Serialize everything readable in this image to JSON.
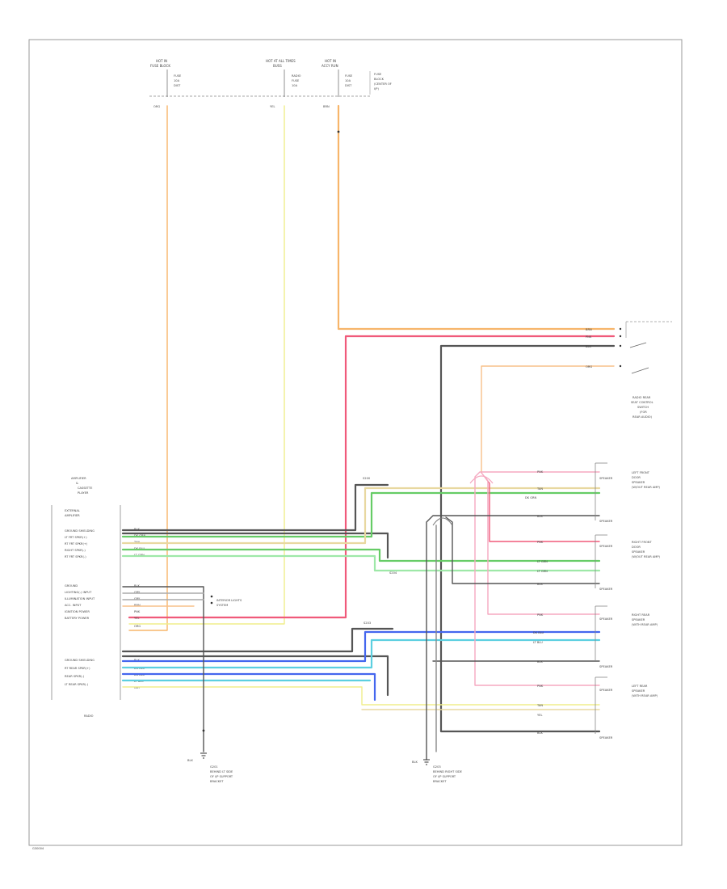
{
  "colors": {
    "orange": "#f7b56a",
    "yellow": "#f0ee8c",
    "pink": "#f05a7a",
    "gray": "#555555",
    "green": "#66cc66",
    "lightgreen": "#9ee8a8",
    "cyan": "#5ccfe0",
    "blue": "#4466ee",
    "tan": "#e8d8a0",
    "lightpink": "#f5a8c0"
  },
  "labels": {
    "fuse_left_title": "HOT IN",
    "fuse_left_sub": "FUSE BLOCK",
    "fuse_left_rows": [
      "FUSE",
      "10A",
      "DIST"
    ],
    "fuse_mid_title": "HOT AT ALL TIMES",
    "fuse_mid_sub": "BUSS",
    "fuse_mid_rows": [
      "RADIO",
      "FUSE",
      "10A"
    ],
    "fuse_right_title": "HOT IN",
    "fuse_right_sub": "ACCY RUN",
    "fuse_right_rows": [
      "FUSE",
      "10A",
      "DIST"
    ],
    "fuse_note": [
      "FUSE",
      "BLOCK",
      "(CENTER OF",
      "I/P)"
    ],
    "wire_top_left": "ORG",
    "wire_top_mid": "YEL",
    "wire_top_right": "BRN",
    "radio_title": [
      "AMPLIFIER",
      "&",
      "CASSETTE",
      "PLAYER"
    ],
    "radio_sub": [
      "EXTERNAL",
      "AMPLIFIER"
    ],
    "radio_pins_top": [
      "GROUND SHIELDING",
      "LT FRT SPKR(+)",
      "RT FRT SPKR(+)",
      "RIGHT SPKR(-)",
      "RT FRT SPKR(-)"
    ],
    "radio_pins_mid": [
      "GROUND",
      "LIGHTING(-) INPUT",
      "ILLUMINATION INPUT",
      "ACC. INPUT",
      "IGNITION POWER",
      "BATTERY POWER"
    ],
    "radio_pins_bot": [
      "GROUND SHIELDING",
      "RT REAR SPKR(+)",
      "REAR SPKR(-)",
      "LT REAR SPKR(-)"
    ],
    "radio_bottom": "RADIO",
    "radio_pin_wires_top": [
      "BLK",
      "DK GRN",
      "TAN",
      "DK BLU",
      "LT GRN"
    ],
    "radio_pin_wires_mid": [
      "BLK",
      "GRY",
      "GRY",
      "BRN",
      "PNK",
      "YEL",
      "ORG"
    ],
    "radio_pin_wires_bot": [
      "BLK",
      "DK BLU",
      "DK BLU",
      "LT BLU",
      "GRY"
    ],
    "illum_note": [
      "INTERIOR LIGHTS",
      "SYSTEM"
    ],
    "ground_left": [
      "G201",
      "BEHIND LT SIDE",
      "OF I/P SUPPORT",
      "BRACKET"
    ],
    "ground_right": [
      "G203",
      "BEHIND RIGHT SIDE",
      "OF I/P SUPPORT",
      "BRACKET"
    ],
    "ground_left_tag": "BLK",
    "ground_right_tag": "BLK",
    "switch_title": [
      "RADIO REAR",
      "SEAT CONTROL",
      "SWITCH",
      "(FOR",
      "REAR AUDIO)"
    ],
    "switch_wires": [
      "BRN",
      "PNK",
      "BLK",
      "ORG"
    ],
    "splice_top": "S200",
    "splice_bot": "S203",
    "splice_mid": "S204",
    "spk_lf": [
      "LEFT FRONT",
      "DOOR",
      "SPEAKER",
      "(W/OUT REAR AMP)"
    ],
    "spk_rf": [
      "RIGHT FRONT",
      "DOOR",
      "SPEAKER",
      "(W/OUT REAR AMP)"
    ],
    "spk_rr": [
      "RIGHT REAR",
      "SPEAKER",
      "(WITH REAR AMP)"
    ],
    "spk_lr": [
      "LEFT REAR",
      "SPEAKER",
      "(WITH REAR AMP)"
    ],
    "spk_tag": "SPEAKER",
    "spk_wire_tags_lf": [
      "PNK",
      "TAN",
      "DK GRN",
      "BLK"
    ],
    "spk_wire_tags_rf": [
      "PNK",
      "LT GRN",
      "LT GRN",
      "BLK"
    ],
    "spk_wire_tags_rr": [
      "PNK",
      "DK BLU",
      "LT BLU",
      "BLK"
    ],
    "spk_wire_tags_lr": [
      "PNK",
      "TAN",
      "YEL",
      "BLK"
    ],
    "footer": "G30004"
  }
}
